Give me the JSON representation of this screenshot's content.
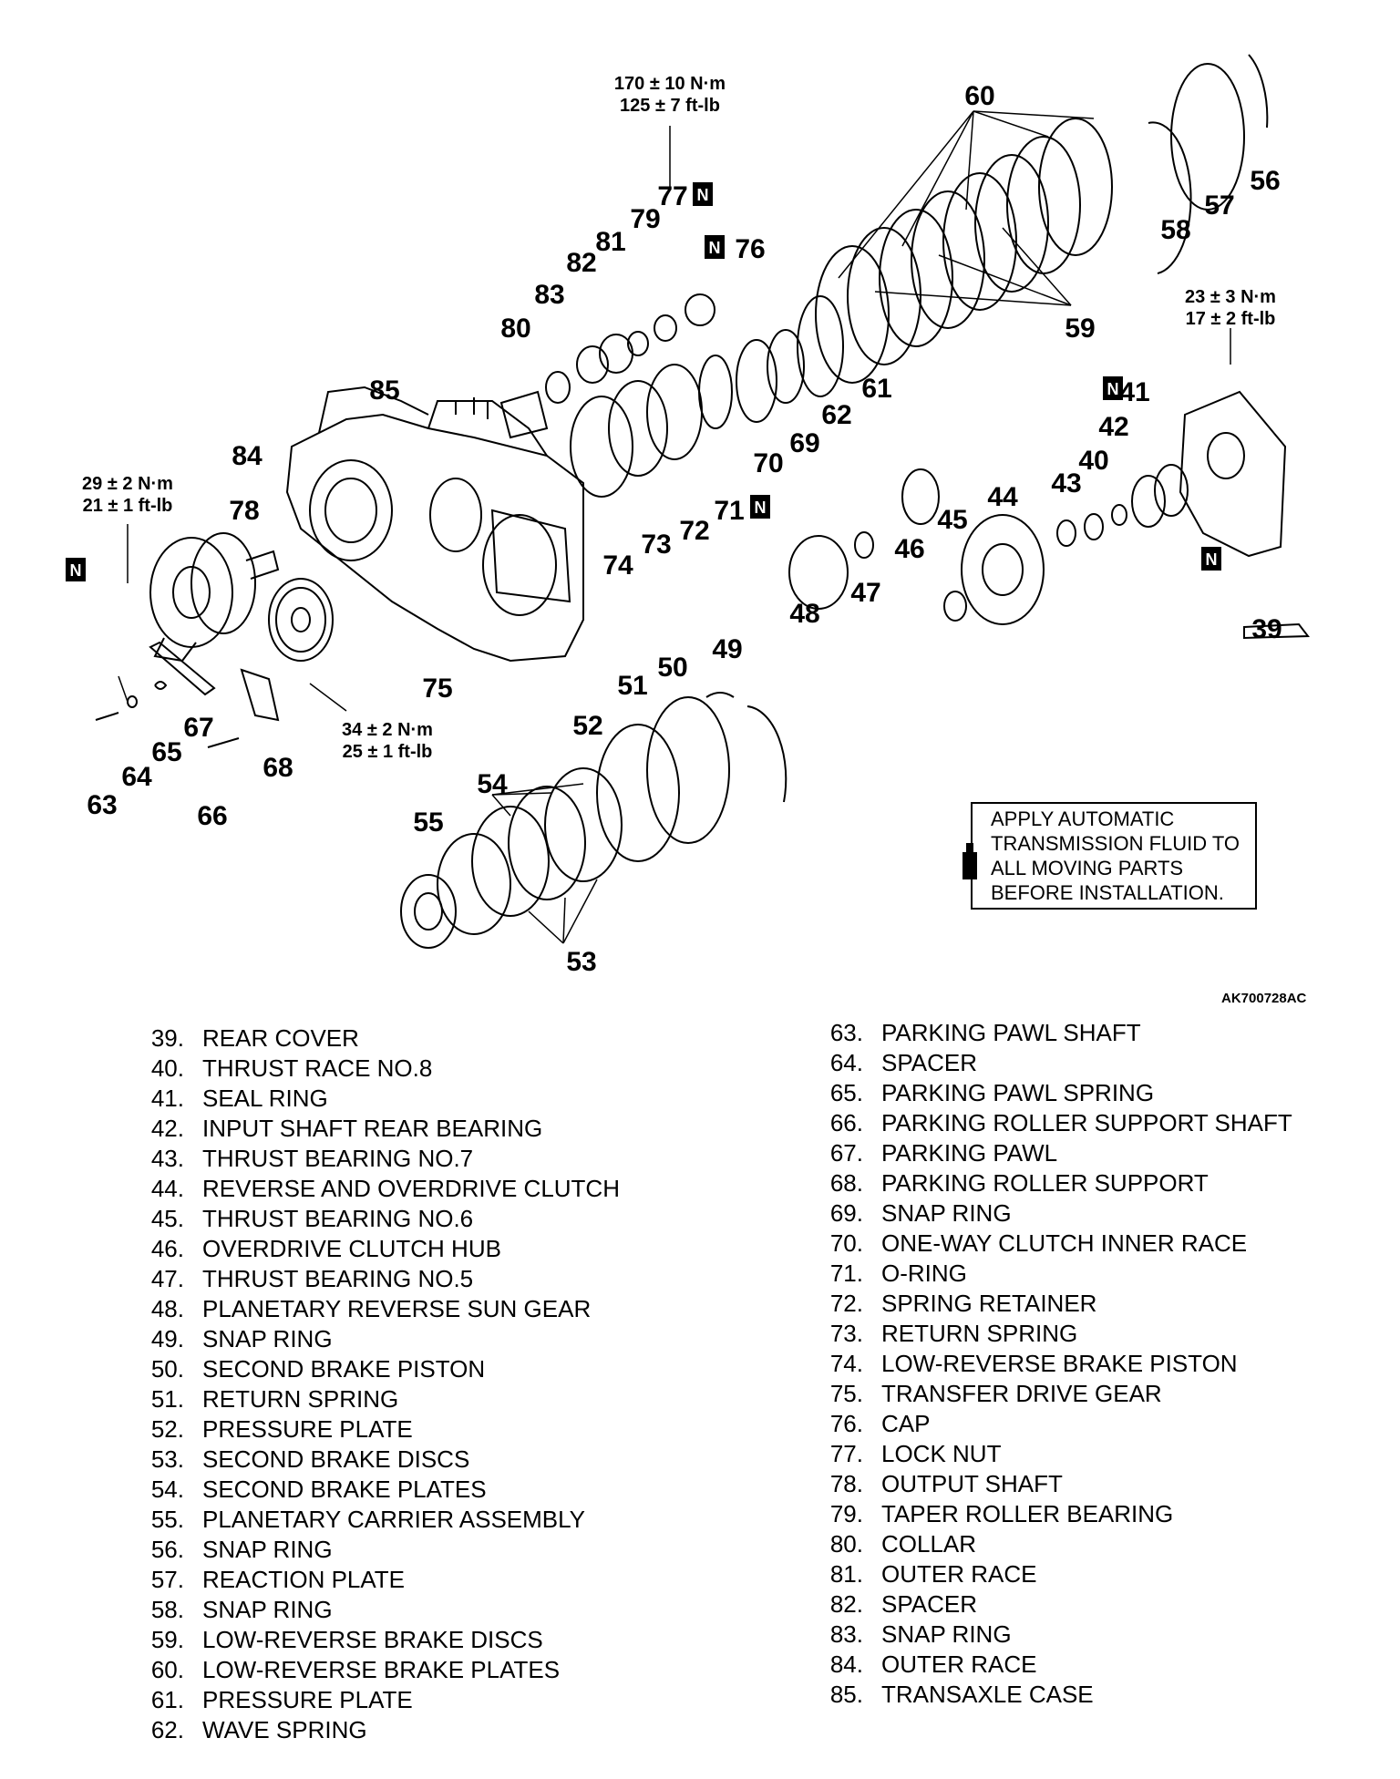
{
  "diagram": {
    "callouts": [
      "39",
      "40",
      "41",
      "42",
      "43",
      "44",
      "45",
      "46",
      "47",
      "48",
      "49",
      "50",
      "51",
      "52",
      "53",
      "54",
      "55",
      "56",
      "57",
      "58",
      "59",
      "60",
      "61",
      "62",
      "63",
      "64",
      "65",
      "66",
      "67",
      "68",
      "69",
      "70",
      "71",
      "72",
      "73",
      "74",
      "75",
      "76",
      "77",
      "78",
      "79",
      "80",
      "81",
      "82",
      "83",
      "84",
      "85"
    ],
    "new_part_marker": "N",
    "torque_specs": [
      {
        "metric": "170 ± 10 N·m",
        "imperial": "125 ± 7 ft-lb"
      },
      {
        "metric": "23 ± 3 N·m",
        "imperial": "17 ± 2 ft-lb"
      },
      {
        "metric": "29 ± 2 N·m",
        "imperial": "21 ± 1 ft-lb"
      },
      {
        "metric": "34 ± 2 N·m",
        "imperial": "25 ± 1 ft-lb"
      }
    ],
    "note": "APPLY AUTOMATIC TRANSMISSION FLUID TO ALL MOVING PARTS BEFORE INSTALLATION.",
    "figure_id": "AK700728AC"
  },
  "legend": {
    "left": [
      {
        "num": "39.",
        "name": "REAR COVER"
      },
      {
        "num": "40.",
        "name": "THRUST RACE NO.8"
      },
      {
        "num": "41.",
        "name": "SEAL RING"
      },
      {
        "num": "42.",
        "name": "INPUT SHAFT REAR BEARING"
      },
      {
        "num": "43.",
        "name": "THRUST BEARING NO.7"
      },
      {
        "num": "44.",
        "name": "REVERSE AND OVERDRIVE CLUTCH"
      },
      {
        "num": "45.",
        "name": "THRUST BEARING NO.6"
      },
      {
        "num": "46.",
        "name": "OVERDRIVE CLUTCH HUB"
      },
      {
        "num": "47.",
        "name": "THRUST BEARING NO.5"
      },
      {
        "num": "48.",
        "name": "PLANETARY REVERSE SUN GEAR"
      },
      {
        "num": "49.",
        "name": "SNAP RING"
      },
      {
        "num": "50.",
        "name": "SECOND BRAKE PISTON"
      },
      {
        "num": "51.",
        "name": "RETURN SPRING"
      },
      {
        "num": "52.",
        "name": "PRESSURE PLATE"
      },
      {
        "num": "53.",
        "name": "SECOND BRAKE DISCS"
      },
      {
        "num": "54.",
        "name": "SECOND BRAKE PLATES"
      },
      {
        "num": "55.",
        "name": "PLANETARY CARRIER ASSEMBLY"
      },
      {
        "num": "56.",
        "name": "SNAP RING"
      },
      {
        "num": "57.",
        "name": "REACTION PLATE"
      },
      {
        "num": "58.",
        "name": "SNAP RING"
      },
      {
        "num": "59.",
        "name": "LOW-REVERSE BRAKE DISCS"
      },
      {
        "num": "60.",
        "name": "LOW-REVERSE BRAKE PLATES"
      },
      {
        "num": "61.",
        "name": "PRESSURE PLATE"
      },
      {
        "num": "62.",
        "name": "WAVE SPRING"
      }
    ],
    "right": [
      {
        "num": "63.",
        "name": "PARKING PAWL SHAFT"
      },
      {
        "num": "64.",
        "name": "SPACER"
      },
      {
        "num": "65.",
        "name": "PARKING PAWL SPRING"
      },
      {
        "num": "66.",
        "name": "PARKING ROLLER SUPPORT SHAFT"
      },
      {
        "num": "67.",
        "name": "PARKING PAWL"
      },
      {
        "num": "68.",
        "name": "PARKING ROLLER SUPPORT"
      },
      {
        "num": "69.",
        "name": "SNAP RING"
      },
      {
        "num": "70.",
        "name": "ONE-WAY CLUTCH INNER RACE"
      },
      {
        "num": "71.",
        "name": "O-RING"
      },
      {
        "num": "72.",
        "name": "SPRING RETAINER"
      },
      {
        "num": "73.",
        "name": "RETURN SPRING"
      },
      {
        "num": "74.",
        "name": "LOW-REVERSE BRAKE PISTON"
      },
      {
        "num": "75.",
        "name": "TRANSFER DRIVE GEAR"
      },
      {
        "num": "76.",
        "name": "CAP"
      },
      {
        "num": "77.",
        "name": "LOCK NUT"
      },
      {
        "num": "78.",
        "name": "OUTPUT SHAFT"
      },
      {
        "num": "79.",
        "name": "TAPER ROLLER BEARING"
      },
      {
        "num": "80.",
        "name": "COLLAR"
      },
      {
        "num": "81.",
        "name": "OUTER RACE"
      },
      {
        "num": "82.",
        "name": "SPACER"
      },
      {
        "num": "83.",
        "name": "SNAP RING"
      },
      {
        "num": "84.",
        "name": "OUTER RACE"
      },
      {
        "num": "85.",
        "name": "TRANSAXLE CASE"
      }
    ]
  }
}
